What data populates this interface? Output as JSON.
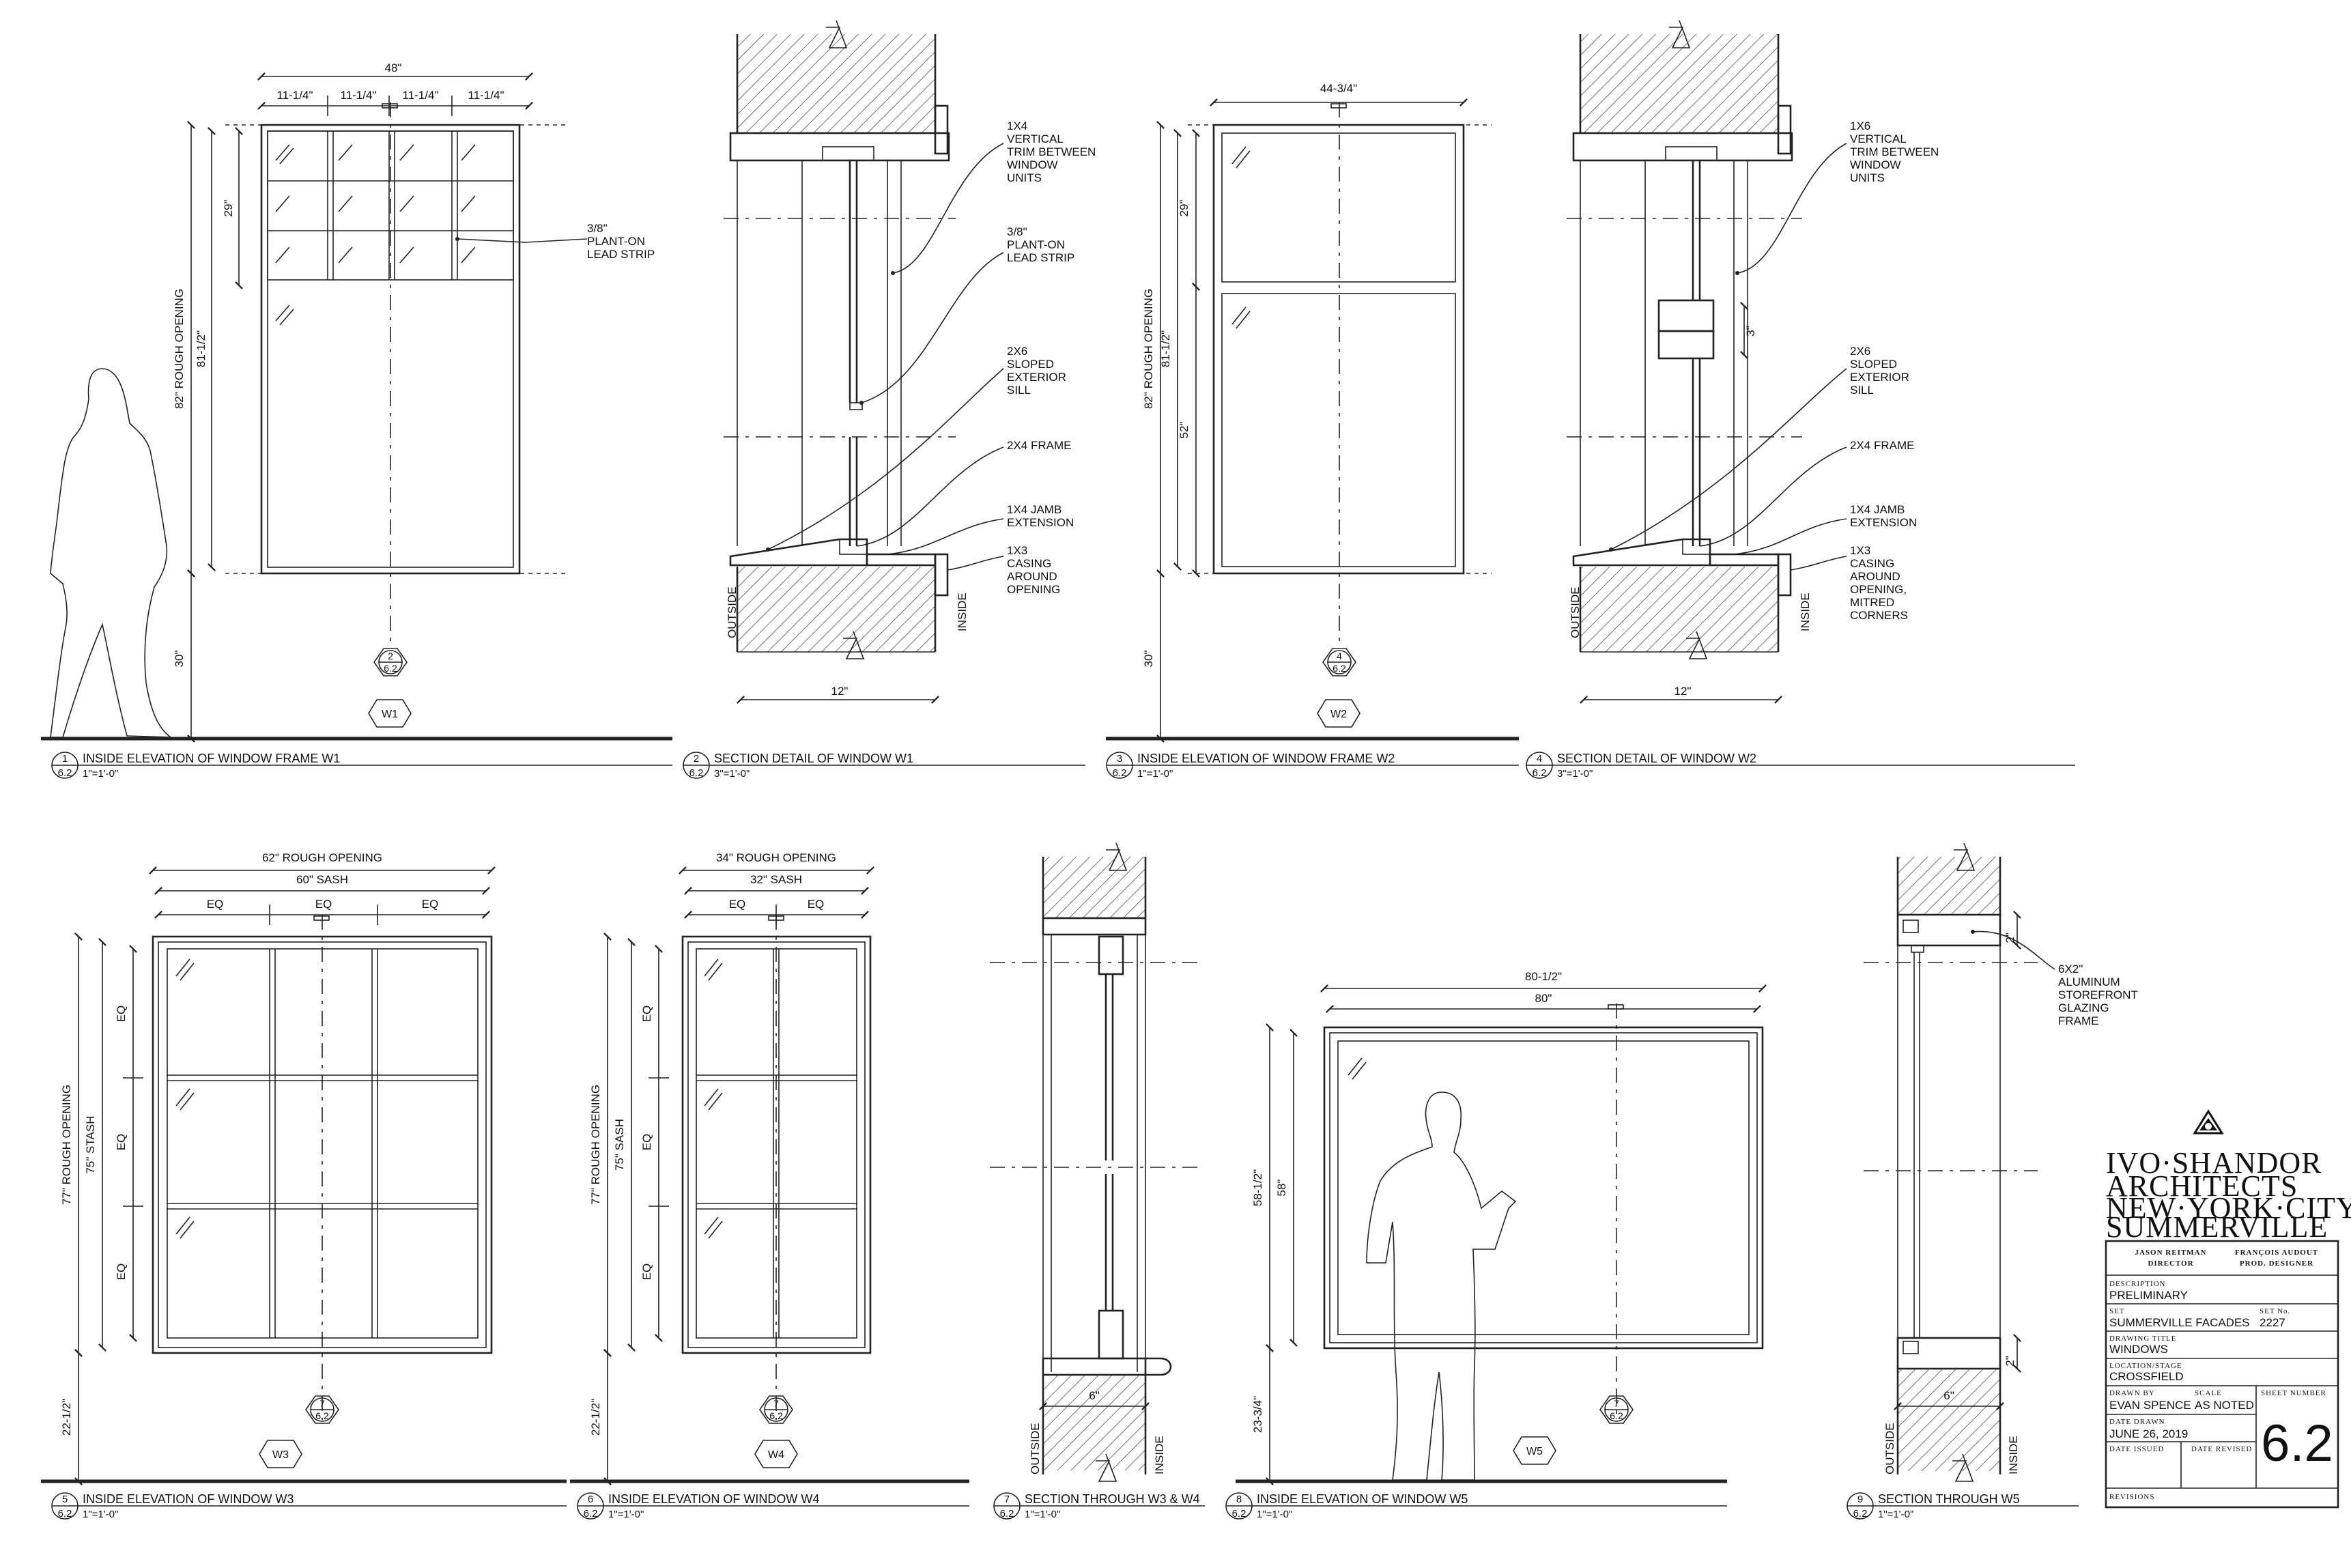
{
  "details": [
    {
      "num": "1",
      "sheet": "6.2",
      "title": "INSIDE ELEVATION OF WINDOW FRAME W1",
      "scale": "1\"=1'-0\""
    },
    {
      "num": "2",
      "sheet": "6.2",
      "title": "SECTION DETAIL OF WINDOW W1",
      "scale": "3\"=1'-0\""
    },
    {
      "num": "3",
      "sheet": "6.2",
      "title": "INSIDE ELEVATION OF WINDOW FRAME W2",
      "scale": "1\"=1'-0\""
    },
    {
      "num": "4",
      "sheet": "6.2",
      "title": "SECTION DETAIL OF WINDOW W2",
      "scale": "3\"=1'-0\""
    },
    {
      "num": "5",
      "sheet": "6.2",
      "title": "INSIDE ELEVATION OF WINDOW W3",
      "scale": "1\"=1'-0\""
    },
    {
      "num": "6",
      "sheet": "6.2",
      "title": "INSIDE ELEVATION OF WINDOW W4",
      "scale": "1\"=1'-0\""
    },
    {
      "num": "7",
      "sheet": "6.2",
      "title": "SECTION THROUGH W3 & W4",
      "scale": "1\"=1'-0\""
    },
    {
      "num": "8",
      "sheet": "6.2",
      "title": "INSIDE ELEVATION OF WINDOW W5",
      "scale": "1\"=1'-0\""
    },
    {
      "num": "9",
      "sheet": "6.2",
      "title": "SECTION THROUGH W5",
      "scale": "1\"=1'-0\""
    }
  ],
  "w1": {
    "width": "48\"",
    "pane1": "11-1/4\"",
    "pane2": "11-1/4\"",
    "pane3": "11-1/4\"",
    "pane4": "11-1/4\"",
    "rough": "82\" ROUGH OPENING",
    "frame": "81-1/2\"",
    "upper": "29\"",
    "sill": "30\"",
    "note_lead": "3/8\"\nPLANT-ON\nLEAD STRIP",
    "callout_num": "2",
    "callout_sheet": "6.2",
    "tag": "W1"
  },
  "s2": {
    "note1": "1X4\nVERTICAL\nTRIM BETWEEN\nWINDOW\nUNITS",
    "note2": "3/8\"\nPLANT-ON\nLEAD STRIP",
    "note3": "2X6\nSLOPED\nEXTERIOR\nSILL",
    "note4": "2X4 FRAME",
    "note5": "1X4 JAMB\nEXTENSION",
    "note6": "1X3\nCASING\nAROUND\nOPENING",
    "outside": "OUTSIDE",
    "inside": "INSIDE",
    "depth": "12\""
  },
  "w2": {
    "width": "44-3/4\"",
    "rough": "82\" ROUGH OPENING",
    "frame": "81-1/2\"",
    "upper": "29\"",
    "lower": "52\"",
    "sill": "30\"",
    "callout_num": "4",
    "callout_sheet": "6.2",
    "tag": "W2"
  },
  "s4": {
    "note1": "1X6\nVERTICAL\nTRIM BETWEEN\nWINDOW\nUNITS",
    "note3": "2X6\nSLOPED\nEXTERIOR\nSILL",
    "note4": "2X4 FRAME",
    "note5": "1X4 JAMB\nEXTENSION",
    "note6": "1X3\nCASING\nAROUND\nOPENING,\nMITRED\nCORNERS",
    "gap": "3\"",
    "outside": "OUTSIDE",
    "inside": "INSIDE",
    "depth": "12\""
  },
  "w3": {
    "rough": "62\" ROUGH OPENING",
    "sash": "60\" SASH",
    "eq1": "EQ",
    "eq2": "EQ",
    "eq3": "EQ",
    "vrough": "77\" ROUGH OPENING",
    "vsash": "75\" STASH",
    "veq1": "EQ",
    "veq2": "EQ",
    "veq3": "EQ",
    "sill": "22-1/2\"",
    "callout_num": "7",
    "callout_sheet": "6.2",
    "tag": "W3"
  },
  "w4": {
    "rough": "34\" ROUGH OPENING",
    "sash": "32\" SASH",
    "eq1": "EQ",
    "eq2": "EQ",
    "vrough": "77\" ROUGH OPENING",
    "vsash": "75\" SASH",
    "veq1": "EQ",
    "veq2": "EQ",
    "veq3": "EQ",
    "sill": "22-1/2\"",
    "callout_num": "7",
    "callout_sheet": "6.2",
    "tag": "W4"
  },
  "s7": {
    "depth": "6\"",
    "outside": "OUTSIDE",
    "inside": "INSIDE"
  },
  "w5": {
    "rough": "80-1/2\"",
    "sash": "80\"",
    "vrough": "58-1/2\"",
    "vsash": "58\"",
    "sill": "23-3/4\"",
    "callout_num": "7",
    "callout_sheet": "6.2",
    "tag": "W5"
  },
  "s9": {
    "note": "6X2\"\nALUMINUM\nSTOREFRONT\nGLAZING\nFRAME",
    "top": "2\"",
    "bottom": "2\"",
    "depth": "6\"",
    "outside": "OUTSIDE",
    "inside": "INSIDE"
  },
  "titleblock": {
    "firm_line1": "IVO·SHANDOR",
    "firm_line2": "ARCHITECTS",
    "firm_line3": "NEW·YORK·CITY",
    "firm_line4": "SUMMERVILLE",
    "person1_name": "JASON REITMAN",
    "person1_role": "DIRECTOR",
    "person2_name": "FRANÇOIS AUDOUT",
    "person2_role": "PROD. DESIGNER",
    "description_label": "DESCRIPTION",
    "description": "PRELIMINARY",
    "set_label": "SET",
    "set": "SUMMERVILLE FACADES",
    "setno_label": "SET No.",
    "setno": "2227",
    "drawing_title_label": "DRAWING TITLE",
    "drawing_title": "WINDOWS",
    "location_label": "LOCATION/STAGE",
    "location": "CROSSFIELD",
    "drawn_label": "DRAWN BY",
    "drawn": "EVAN SPENCE",
    "scale_label": "SCALE",
    "scale": "AS NOTED",
    "sheet_label": "SHEET NUMBER",
    "sheet": "6.2",
    "date_drawn_label": "DATE DRAWN",
    "date_drawn": "JUNE 26, 2019",
    "date_issued_label": "DATE ISSUED",
    "date_revised_label": "DATE REVISED",
    "revisions_label": "REVISIONS"
  }
}
